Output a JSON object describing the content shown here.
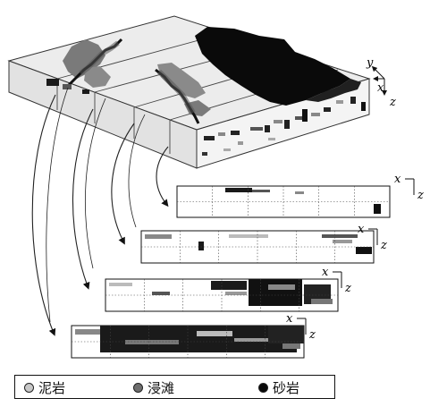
{
  "axes": {
    "block": {
      "y": "y",
      "x": "x",
      "z": "z"
    },
    "sections": [
      {
        "x": "x",
        "z": "z"
      },
      {
        "x": "x",
        "z": "z"
      },
      {
        "x": "x",
        "z": "z"
      },
      {
        "x": "x",
        "z": "z"
      }
    ]
  },
  "legend": {
    "items": [
      {
        "label": "泥岩",
        "color": "#c8c8c8"
      },
      {
        "label": "浸滩",
        "color": "#6e6e6e"
      },
      {
        "label": "砂岩",
        "color": "#0a0a0a"
      }
    ]
  },
  "colors": {
    "mudstone": "#c8c8c8",
    "shoal": "#6e6e6e",
    "sandstone": "#0a0a0a",
    "background": "#ffffff"
  }
}
